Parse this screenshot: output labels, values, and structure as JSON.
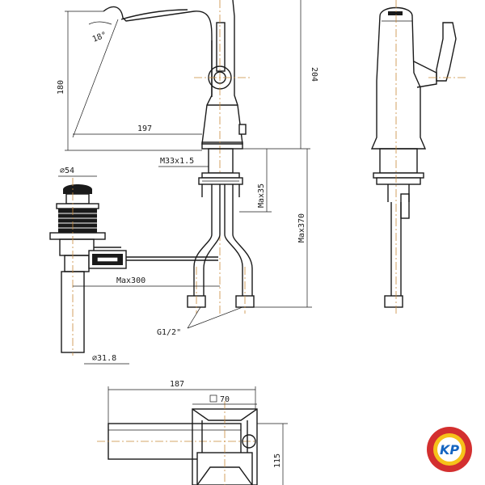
{
  "dimensions": {
    "spout_reach": "197",
    "spout_height": "180",
    "angle": "18°",
    "overall_height": "204",
    "thread": "M33x1.5",
    "max_35": "Max35",
    "max_370": "Max370",
    "drain_dia": "54",
    "max_300": "Max300",
    "inlet": "G1/2\"",
    "pipe_dia": "31.8",
    "width_187": "187",
    "square_70": "70",
    "depth_115": "115"
  },
  "logo": {
    "text": "KP"
  },
  "colors": {
    "line": "#1a1a1a",
    "center": "#c98a3a",
    "logo_red": "#d32f2f",
    "logo_yellow": "#f6c21a"
  }
}
